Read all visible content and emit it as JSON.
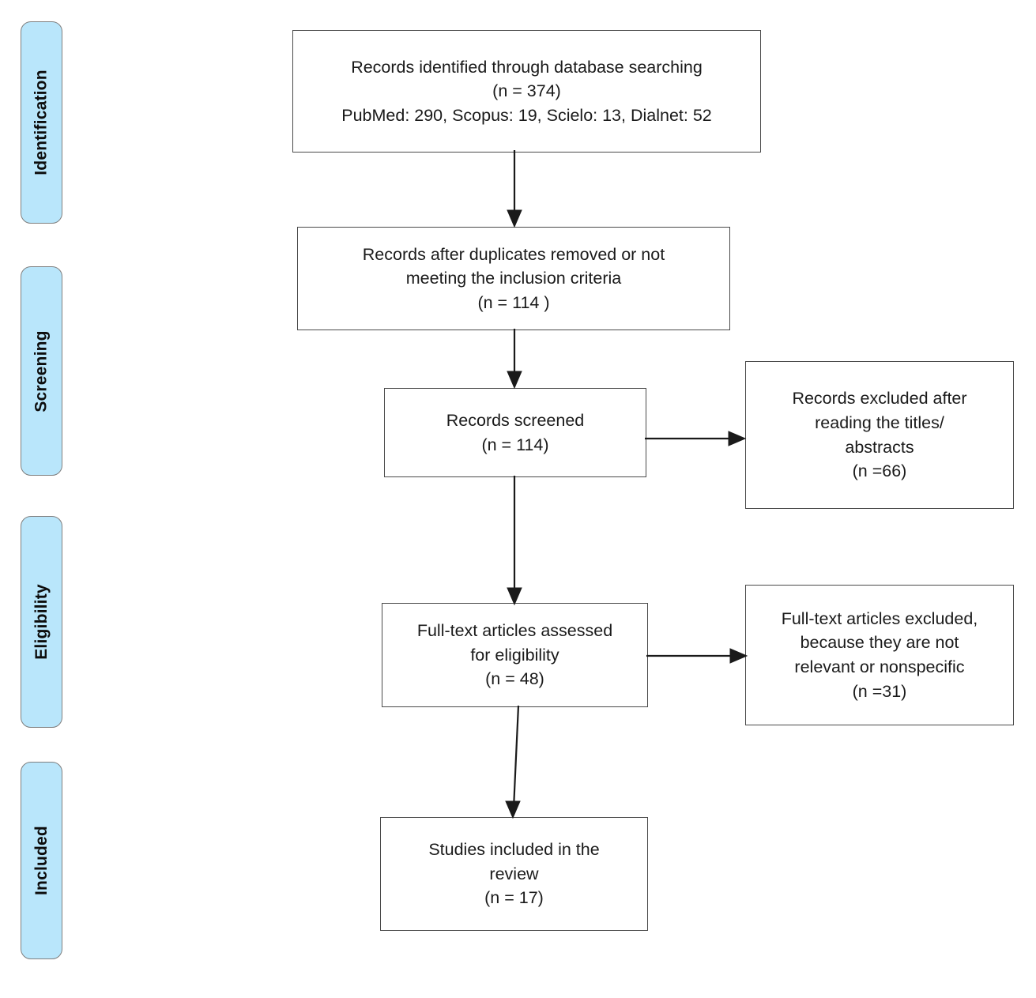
{
  "diagram": {
    "type": "PRISMA flow diagram",
    "stages": [
      {
        "id": "identification",
        "label": "Identification"
      },
      {
        "id": "screening",
        "label": "Screening"
      },
      {
        "id": "eligibility",
        "label": "Eligibility"
      },
      {
        "id": "included",
        "label": "Included"
      }
    ],
    "boxes": [
      {
        "id": "records-identified",
        "text": "Records identified through database searching\n(n = 374)\nPubMed: 290, Scopus: 19, Scielo: 13, Dialnet: 52",
        "count": 374,
        "sources": [
          {
            "name": "PubMed",
            "count": 290
          },
          {
            "name": "Scopus",
            "count": 19
          },
          {
            "name": "Scielo",
            "count": 13
          },
          {
            "name": "Dialnet",
            "count": 52
          }
        ]
      },
      {
        "id": "records-after-duplicates",
        "text": "Records after duplicates removed or not\nmeeting the inclusion criteria\n(n = 114 )",
        "count": 114
      },
      {
        "id": "records-screened",
        "text": "Records screened\n(n = 114)",
        "count": 114
      },
      {
        "id": "records-excluded",
        "text": "Records excluded after\nreading the titles/\nabstracts\n(n =66)",
        "count": 66
      },
      {
        "id": "fulltext-assessed",
        "text": "Full-text articles assessed\nfor eligibility\n(n = 48)",
        "count": 48
      },
      {
        "id": "fulltext-excluded",
        "text": "Full-text articles excluded,\nbecause they are not\nrelevant or nonspecific\n(n =31)",
        "count": 31
      },
      {
        "id": "studies-included",
        "text": "Studies included in the\nreview\n(n = 17)",
        "count": 17
      }
    ],
    "colors": {
      "stage_fill": "#b9e6fb",
      "stage_border": "#7f7f7f",
      "box_border": "#4a4a4a",
      "box_fill": "#ffffff",
      "connector": "#1a1a1a",
      "text": "#1a1a1a"
    }
  }
}
